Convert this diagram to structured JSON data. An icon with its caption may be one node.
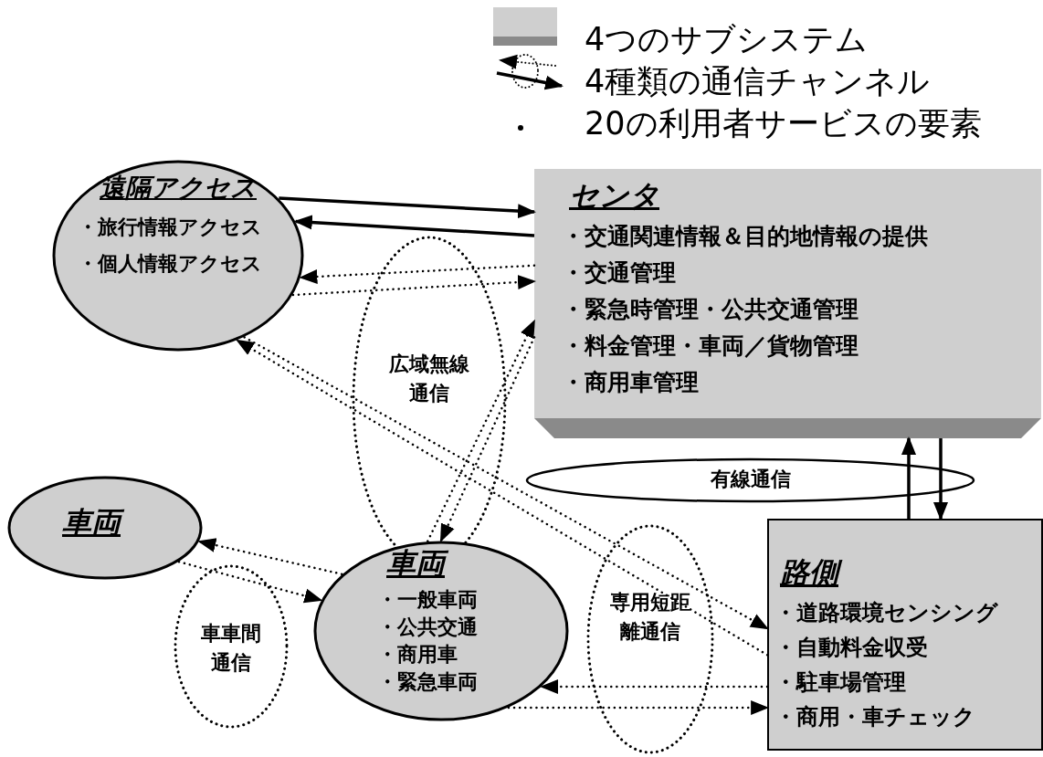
{
  "diagram": {
    "nodes": [
      {
        "text": [
          "遠隔アクセス",
          "・旅行情報アクセス",
          "・個人情報アクセス"
        ]
      },
      {
        "text": [
          "センタ",
          "・交通関連情報＆目的地情報の提供",
          "・交通管理",
          "・緊急時管理・公共交通管理",
          "・料金管理・車両／貨物管理",
          "・商用車管理"
        ]
      },
      {
        "text": [
          "車両"
        ]
      },
      {
        "text": [
          "車両",
          "・一般車両",
          "・公共交通",
          "・商用車",
          "・緊急車両"
        ]
      },
      {
        "text": [
          "路側",
          "・道路環境センシング",
          "・自動料金収受",
          "・駐車場管理",
          "・商用・車チェック"
        ]
      }
    ],
    "edges": [
      {
        "from": 0,
        "to": 1,
        "arrow": "to"
      },
      {
        "from": 1,
        "to": 0,
        "arrow": "to"
      },
      {
        "from": 1,
        "to": 0,
        "arrow": "to",
        "style": "dashed"
      },
      {
        "from": 0,
        "to": 1,
        "arrow": "to",
        "style": "dashed"
      },
      {
        "from": 3,
        "to": 1,
        "arrow": "to",
        "style": "dashed"
      },
      {
        "from": 1,
        "to": 3,
        "arrow": "to",
        "style": "dashed"
      },
      {
        "from": 4,
        "to": 0,
        "arrow": "to",
        "style": "dashed"
      },
      {
        "from": 0,
        "to": 4,
        "arrow": "to",
        "style": "dashed"
      },
      {
        "from": 3,
        "to": 2,
        "arrow": "to",
        "style": "dashed"
      },
      {
        "from": 2,
        "to": 3,
        "arrow": "to",
        "style": "dashed"
      },
      {
        "from": 4,
        "to": 3,
        "arrow": "to",
        "style": "dashed"
      },
      {
        "from": 3,
        "to": 4,
        "arrow": "to",
        "style": "dashed"
      },
      {
        "from": 4,
        "to": 1,
        "arrow": "to"
      },
      {
        "from": 1,
        "to": 4,
        "arrow": "to"
      }
    ],
    "labels": [
      "広域無線通信",
      "有線通信",
      "車車間通信",
      "専用短距離通信"
    ],
    "legend": [
      {
        "text": "4つのサブシステム"
      },
      {
        "text": "4種類の通信チャンネル"
      },
      {
        "text": "20の利用者サービスの要素"
      }
    ]
  }
}
